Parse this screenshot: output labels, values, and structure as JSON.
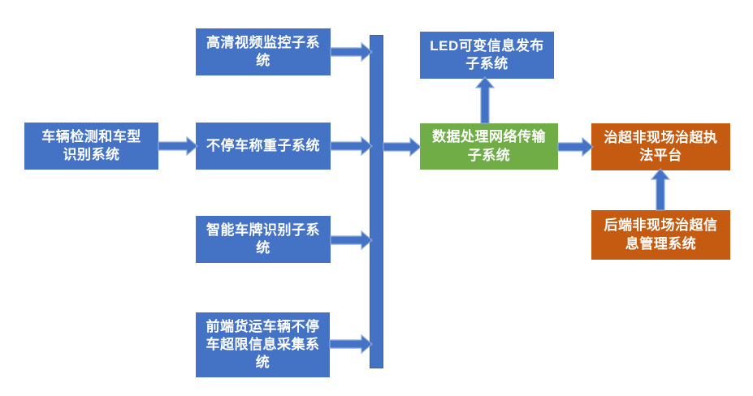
{
  "diagram": {
    "background": "#ffffff",
    "nodes": [
      {
        "id": "vehicle-detection",
        "label": "车辆检测和车型\n识别系统",
        "fill": "#4472C4",
        "text_color": "#FFFFFF"
      },
      {
        "id": "hd-video-monitoring",
        "label": "高清视频监控子系\n统",
        "fill": "#4472C4",
        "text_color": "#FFFFFF"
      },
      {
        "id": "nonstop-weighing",
        "label": "不停车称重子系统",
        "fill": "#4472C4",
        "text_color": "#FFFFFF"
      },
      {
        "id": "smart-plate-recognition",
        "label": "智能车牌识别子系\n统",
        "fill": "#4472C4",
        "text_color": "#FFFFFF"
      },
      {
        "id": "frontend-overload-collection",
        "label": "前端货运车辆不停\n车超限信息采集系\n统",
        "fill": "#4472C4",
        "text_color": "#FFFFFF"
      },
      {
        "id": "led-variable-info-release",
        "label": "LED可变信息发布\n子系统",
        "fill": "#4472C4",
        "text_color": "#FFFFFF"
      },
      {
        "id": "data-processing-transmission",
        "label": "数据处理网络传输\n子系统",
        "fill": "#70AD47",
        "text_color": "#FFFFFF"
      },
      {
        "id": "offsite-enforcement-platform",
        "label": "治超非现场治超执\n法平台",
        "fill": "#C55A11",
        "text_color": "#FFFFFF"
      },
      {
        "id": "backend-info-management",
        "label": "后端非现场治超信\n息管理系统",
        "fill": "#C55A11",
        "text_color": "#FFFFFF"
      }
    ],
    "connector": {
      "arrow_fill": "#4472C4",
      "arrow_stroke": "#8FAADC",
      "bar_fill": "#4472C4",
      "bar_stroke": "#3A62A8"
    }
  }
}
